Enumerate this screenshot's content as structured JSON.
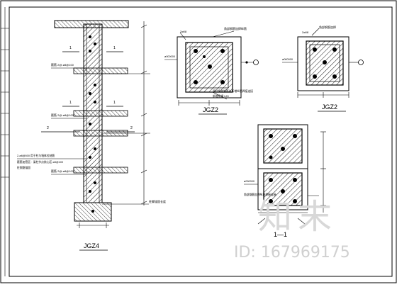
{
  "drawing": {
    "titles": {
      "left_column": "JGZ4",
      "mid_section": "JGZ2",
      "right_section": "JGZ2",
      "lower_section": "1—1"
    },
    "section_marks": {
      "one": "1",
      "two": "2"
    },
    "small_text": {
      "top_left_mark": "2ø08",
      "top_right_mark": "2ø08",
      "column_note_a": "箍筋 2@ ø8@100",
      "column_note_b": "箍筋 2@ ø8@100",
      "column_note_c": "箍筋 2@ ø8@100",
      "long_note_1": "2-ø6@500 用于柱与墙体拉结筋",
      "long_note_2": "箍筋加密区：梁柱节点核心区 ø8@100",
      "long_note_3": "柱钢筋锚固",
      "base_note": "柱脚锚固长度",
      "mid_callout_top": "角部钢筋加焊纵筋",
      "mid_callout_bottom": "原柱角部钢筋与新增纵筋焊接连接",
      "mid_callout_bottom2": "新增角钢 L63",
      "right_callout_top": "角部钢筋加焊",
      "lower_callout": "角部钢筋加焊纵筋焊接连接",
      "dim_left": "ø000000",
      "dim_right": "ø000000",
      "dim_lower": "ø000000"
    }
  },
  "watermark": {
    "logo_text": "知末",
    "id_text": "ID: 167969175"
  }
}
